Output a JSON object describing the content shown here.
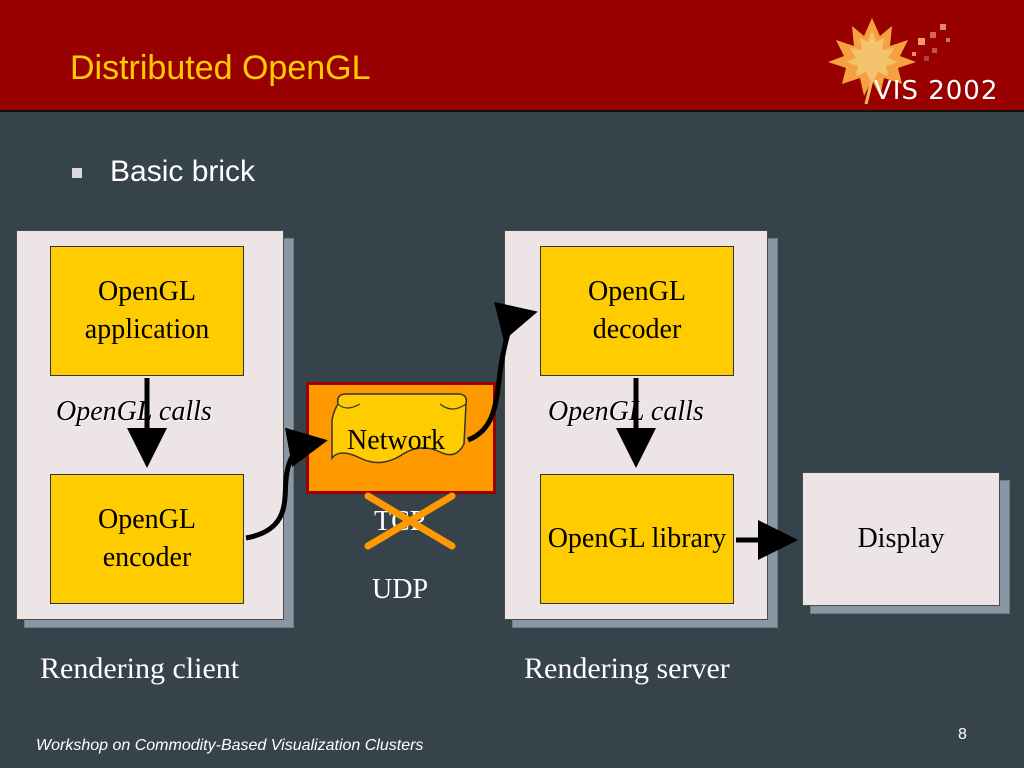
{
  "slide": {
    "title": "Distributed OpenGL",
    "bullet": "Basic brick",
    "logo_text": "VIS 2002",
    "footer": "Workshop on Commodity-Based Visualization Clusters",
    "page_number": "8"
  },
  "client": {
    "app_box": "OpenGL application",
    "calls_label": "OpenGL calls",
    "encoder_box": "OpenGL encoder",
    "caption": "Rendering client"
  },
  "network": {
    "label": "Network",
    "tcp_label": "TCP",
    "udp_label": "UDP"
  },
  "server": {
    "decoder_box": "OpenGL decoder",
    "calls_label": "OpenGL calls",
    "library_box": "OpenGL library",
    "caption": "Rendering server"
  },
  "display": {
    "label": "Display"
  },
  "colors": {
    "background": "#36434b",
    "header": "#990000",
    "title": "#ffcc00",
    "box_fill": "#ffcc00",
    "network_fill": "#ff9900",
    "cross": "#ff9900",
    "panel": "#ede5e5"
  }
}
